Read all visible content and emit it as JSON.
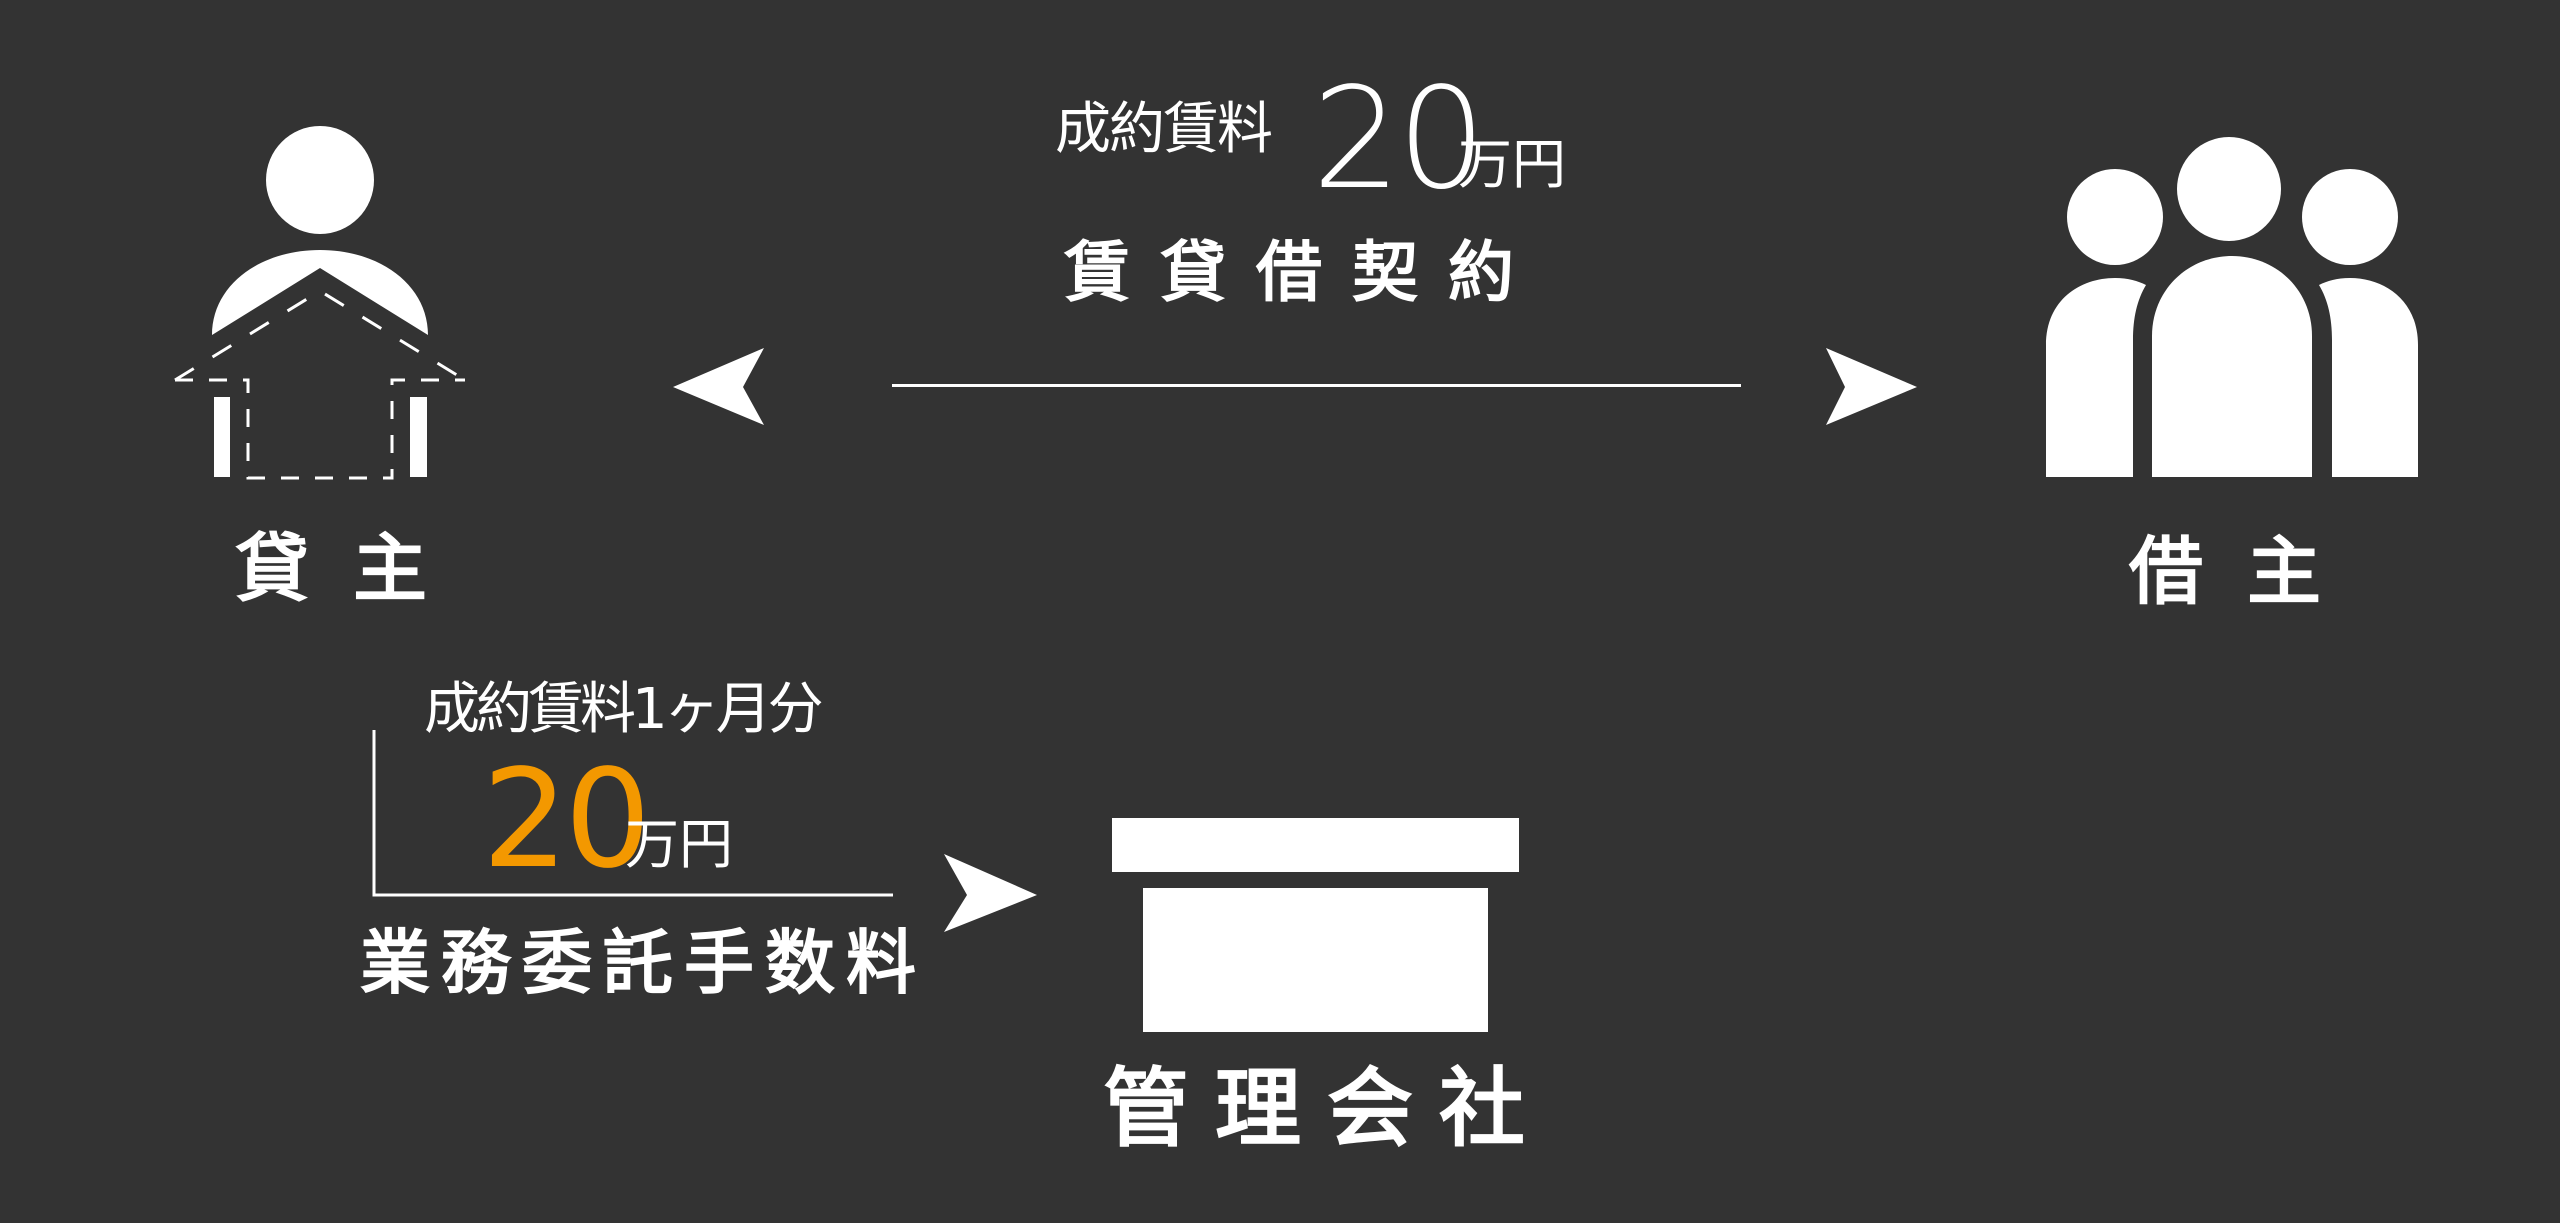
{
  "colors": {
    "background": "#333333",
    "foreground": "#ffffff",
    "accent": "#f39800"
  },
  "landlord": {
    "label": "貸主",
    "icon": "landlord-house-icon"
  },
  "tenant": {
    "label": "借主",
    "icon": "people-group-icon"
  },
  "management": {
    "label": "管理会社",
    "icon": "building-box-icon"
  },
  "lease": {
    "rent_label": "成約賃料",
    "rent_amount": "20",
    "rent_unit": "万円",
    "contract_label": "賃貸借契約"
  },
  "fee": {
    "rent_label": "成約賃料1ヶ月分",
    "amount": "20",
    "unit": "万円",
    "fee_label": "業務委託手数料"
  }
}
